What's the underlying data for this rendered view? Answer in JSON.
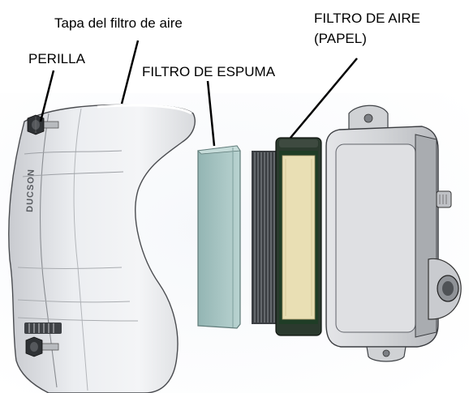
{
  "labels": {
    "cover": "Tapa del filtro de aire",
    "knob": "PERILLA",
    "foam": "FILTRO DE ESPUMA",
    "paper_line1": "FILTRO DE AIRE",
    "paper_line2": "(PAPEL)"
  },
  "logo_text": "DUCSON",
  "colors": {
    "cover": "#e6e7ea",
    "foam": "#a9c6c4",
    "paper": "#e9dfb4",
    "paper_frame": "#2b3a2e",
    "housing": "#cfd1d4",
    "lines": "#000000"
  }
}
